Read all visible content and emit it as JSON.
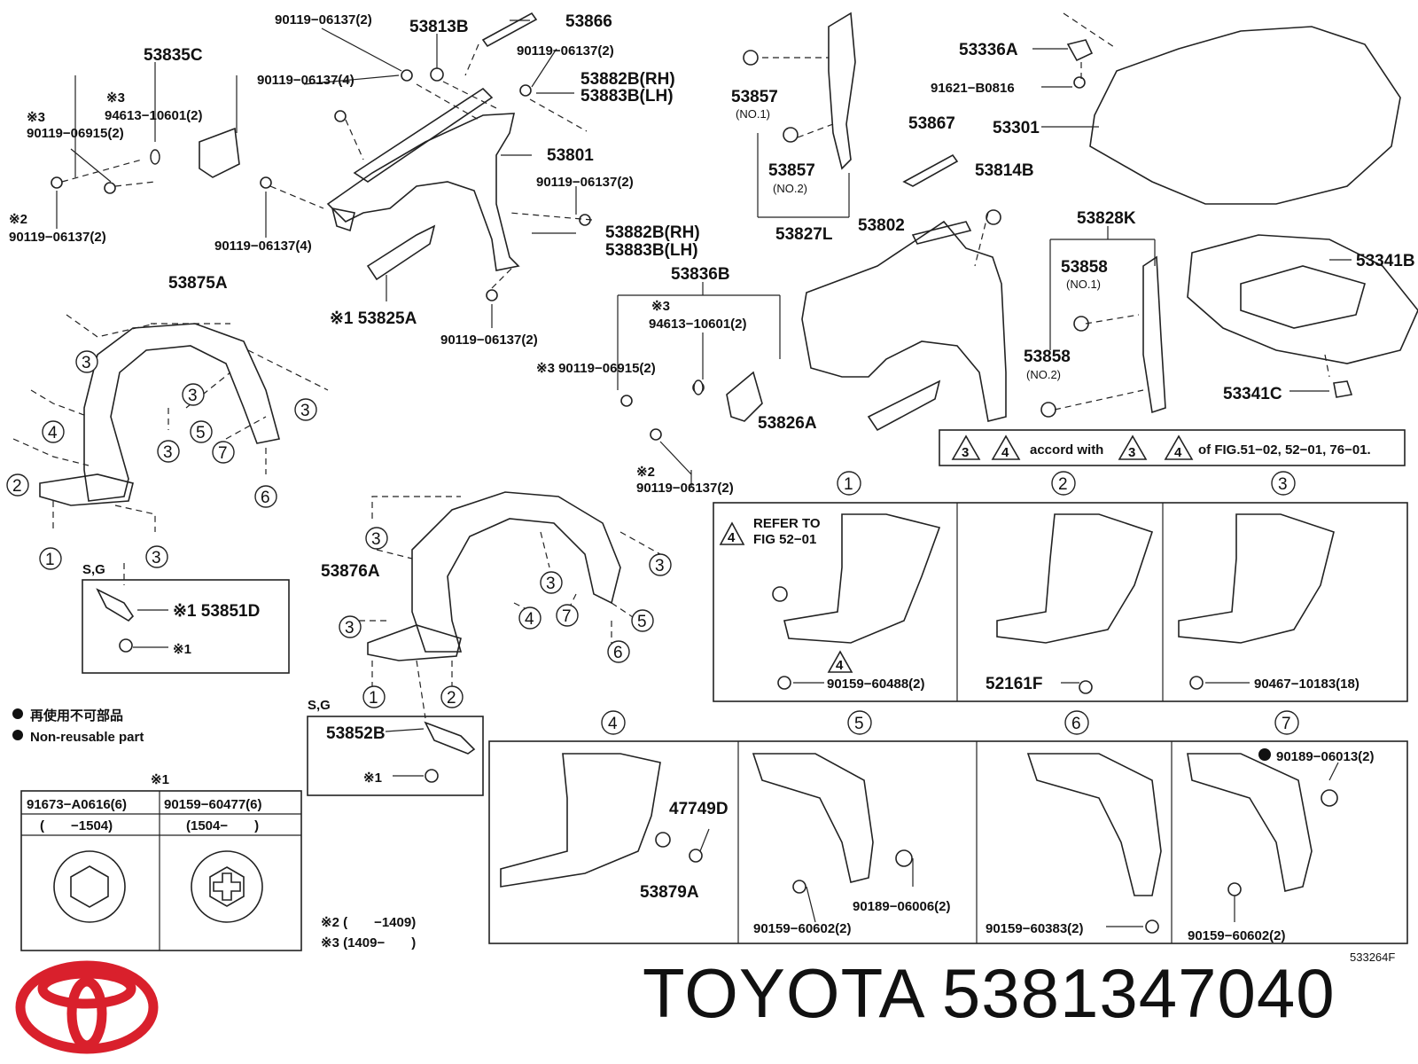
{
  "labels": {
    "p53835C": "53835C",
    "p90119_06137_2a": "90119−06137(2)",
    "p53813B": "53813B",
    "p53866": "53866",
    "p90119_06137_2b": "90119−06137(2)",
    "p90119_06137_4a": "90119−06137(4)",
    "p53882B_RH_a": "53882B(RH)",
    "p53883B_LH_a": "53883B(LH)",
    "ref3a": "※3",
    "p94613_10601_2a": "94613−10601(2)",
    "ref3b": "※3",
    "p90119_06915_2a": "90119−06915(2)",
    "p53801": "53801",
    "p90119_06137_2c": "90119−06137(2)",
    "ref2a": "※2",
    "p90119_06137_2d": "90119−06137(2)",
    "p90119_06137_4b": "90119−06137(4)",
    "p53882B_RH_b": "53882B(RH)",
    "p53883B_LH_b": "53883B(LH)",
    "p53825A": "※1 53825A",
    "p90119_06137_2e": "90119−06137(2)",
    "p53875A": "53875A",
    "p53836B": "53836B",
    "ref3c": "※3",
    "p94613_10601_2b": "94613−10601(2)",
    "p90119_06915_2b": "※3 90119−06915(2)",
    "ref2b": "※2",
    "p90119_06137_2f": "90119−06137(2)",
    "p53826A": "53826A",
    "p53336A": "53336A",
    "p91621_B0816": "91621−B0816",
    "p53301": "53301",
    "p53857_1": "53857",
    "no1a": "(NO.1)",
    "p53857_2": "53857",
    "no2a": "(NO.2)",
    "p53827L": "53827L",
    "p53867": "53867",
    "p53814B": "53814B",
    "p53802": "53802",
    "p53828K": "53828K",
    "p53858_1": "53858",
    "no1b": "(NO.1)",
    "p53858_2": "53858",
    "no2b": "(NO.2)",
    "p53341B": "53341B",
    "p53341C": "53341C",
    "accord": "accord with",
    "accordFig": "of FIG.51−02, 52−01, 76−01.",
    "sg1": "S,G",
    "p53851D": "※1 53851D",
    "ref1a": "※1",
    "p53876A": "53876A",
    "sg2": "S,G",
    "p53852B": "53852B",
    "ref1b": "※1",
    "legendJa": "再使用不可部品",
    "legendEn": "Non-reusable part",
    "ref1Table": "※1",
    "col1Head": "91673−A0616(6)",
    "col2Head": "90159−60477(6)",
    "col1Range": "(　　−1504)",
    "col2Range": "(1504−　　)",
    "note2": "※2 (　　−1409)",
    "note3": "※3 (1409−　　)",
    "refer": "REFER TO",
    "referFig": "FIG 52−01",
    "p90159_60488": "90159−60488(2)",
    "p52161F": "52161F",
    "p90467_10183": "90467−10183(18)",
    "p47749D": "47749D",
    "p53879A": "53879A",
    "p90189_06006": "90189−06006(2)",
    "p90159_60602a": "90159−60602(2)",
    "p90159_60383": "90159−60383(2)",
    "p90189_06013": "90189−06013(2)",
    "p90159_60602b": "90159−60602(2)",
    "figcode": "533264F"
  },
  "circled": {
    "n1": "1",
    "n2": "2",
    "n3": "3",
    "n4": "4",
    "n5": "5",
    "n6": "6",
    "n7": "7"
  },
  "triangles": {
    "t3": "3",
    "t4": "4"
  },
  "brand": {
    "name": "TOYOTA",
    "part_number": "5381347040"
  },
  "colors": {
    "logo": "#d9202c",
    "ink": "#222222"
  }
}
